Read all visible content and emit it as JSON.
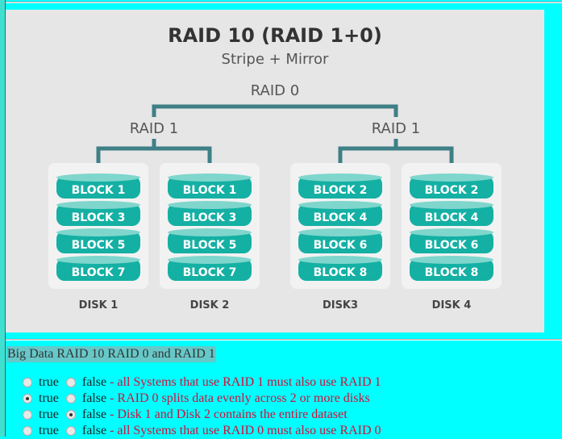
{
  "diagram": {
    "title": "RAID 10 (RAID 1+0)",
    "subtitle": "Stripe + Mirror",
    "raid0_label": "RAID 0",
    "raid1_left_label": "RAID 1",
    "raid1_right_label": "RAID 1",
    "disks": [
      {
        "name": "DISK 1",
        "blocks": [
          "BLOCK 1",
          "BLOCK 3",
          "BLOCK 5",
          "BLOCK 7"
        ]
      },
      {
        "name": "DISK 2",
        "blocks": [
          "BLOCK 1",
          "BLOCK 3",
          "BLOCK 5",
          "BLOCK 7"
        ]
      },
      {
        "name": "DISK3",
        "blocks": [
          "BLOCK 2",
          "BLOCK 4",
          "BLOCK 6",
          "BLOCK 8"
        ]
      },
      {
        "name": "DISK 4",
        "blocks": [
          "BLOCK 2",
          "BLOCK 4",
          "BLOCK 6",
          "BLOCK 8"
        ]
      }
    ],
    "colors": {
      "block": "#14b0a4",
      "block_top": "#7fd6cc",
      "connector": "#3f7f86",
      "bg": "#e6e6e6"
    }
  },
  "quiz": {
    "heading": "Big Data RAID 10 RAID 0 and RAID 1",
    "true_label": "true",
    "false_label": "false",
    "questions": [
      {
        "text": "- all Systems that use RAID 1 must also use RAID 1",
        "selected": null
      },
      {
        "text": "- RAID 0 splits data evenly across 2 or more disks",
        "selected": "true"
      },
      {
        "text": "- Disk 1 and Disk 2 contains the entire dataset",
        "selected": "false"
      },
      {
        "text": "- all Systems that use RAID 0 must also use RAID 0",
        "selected": null
      }
    ]
  }
}
